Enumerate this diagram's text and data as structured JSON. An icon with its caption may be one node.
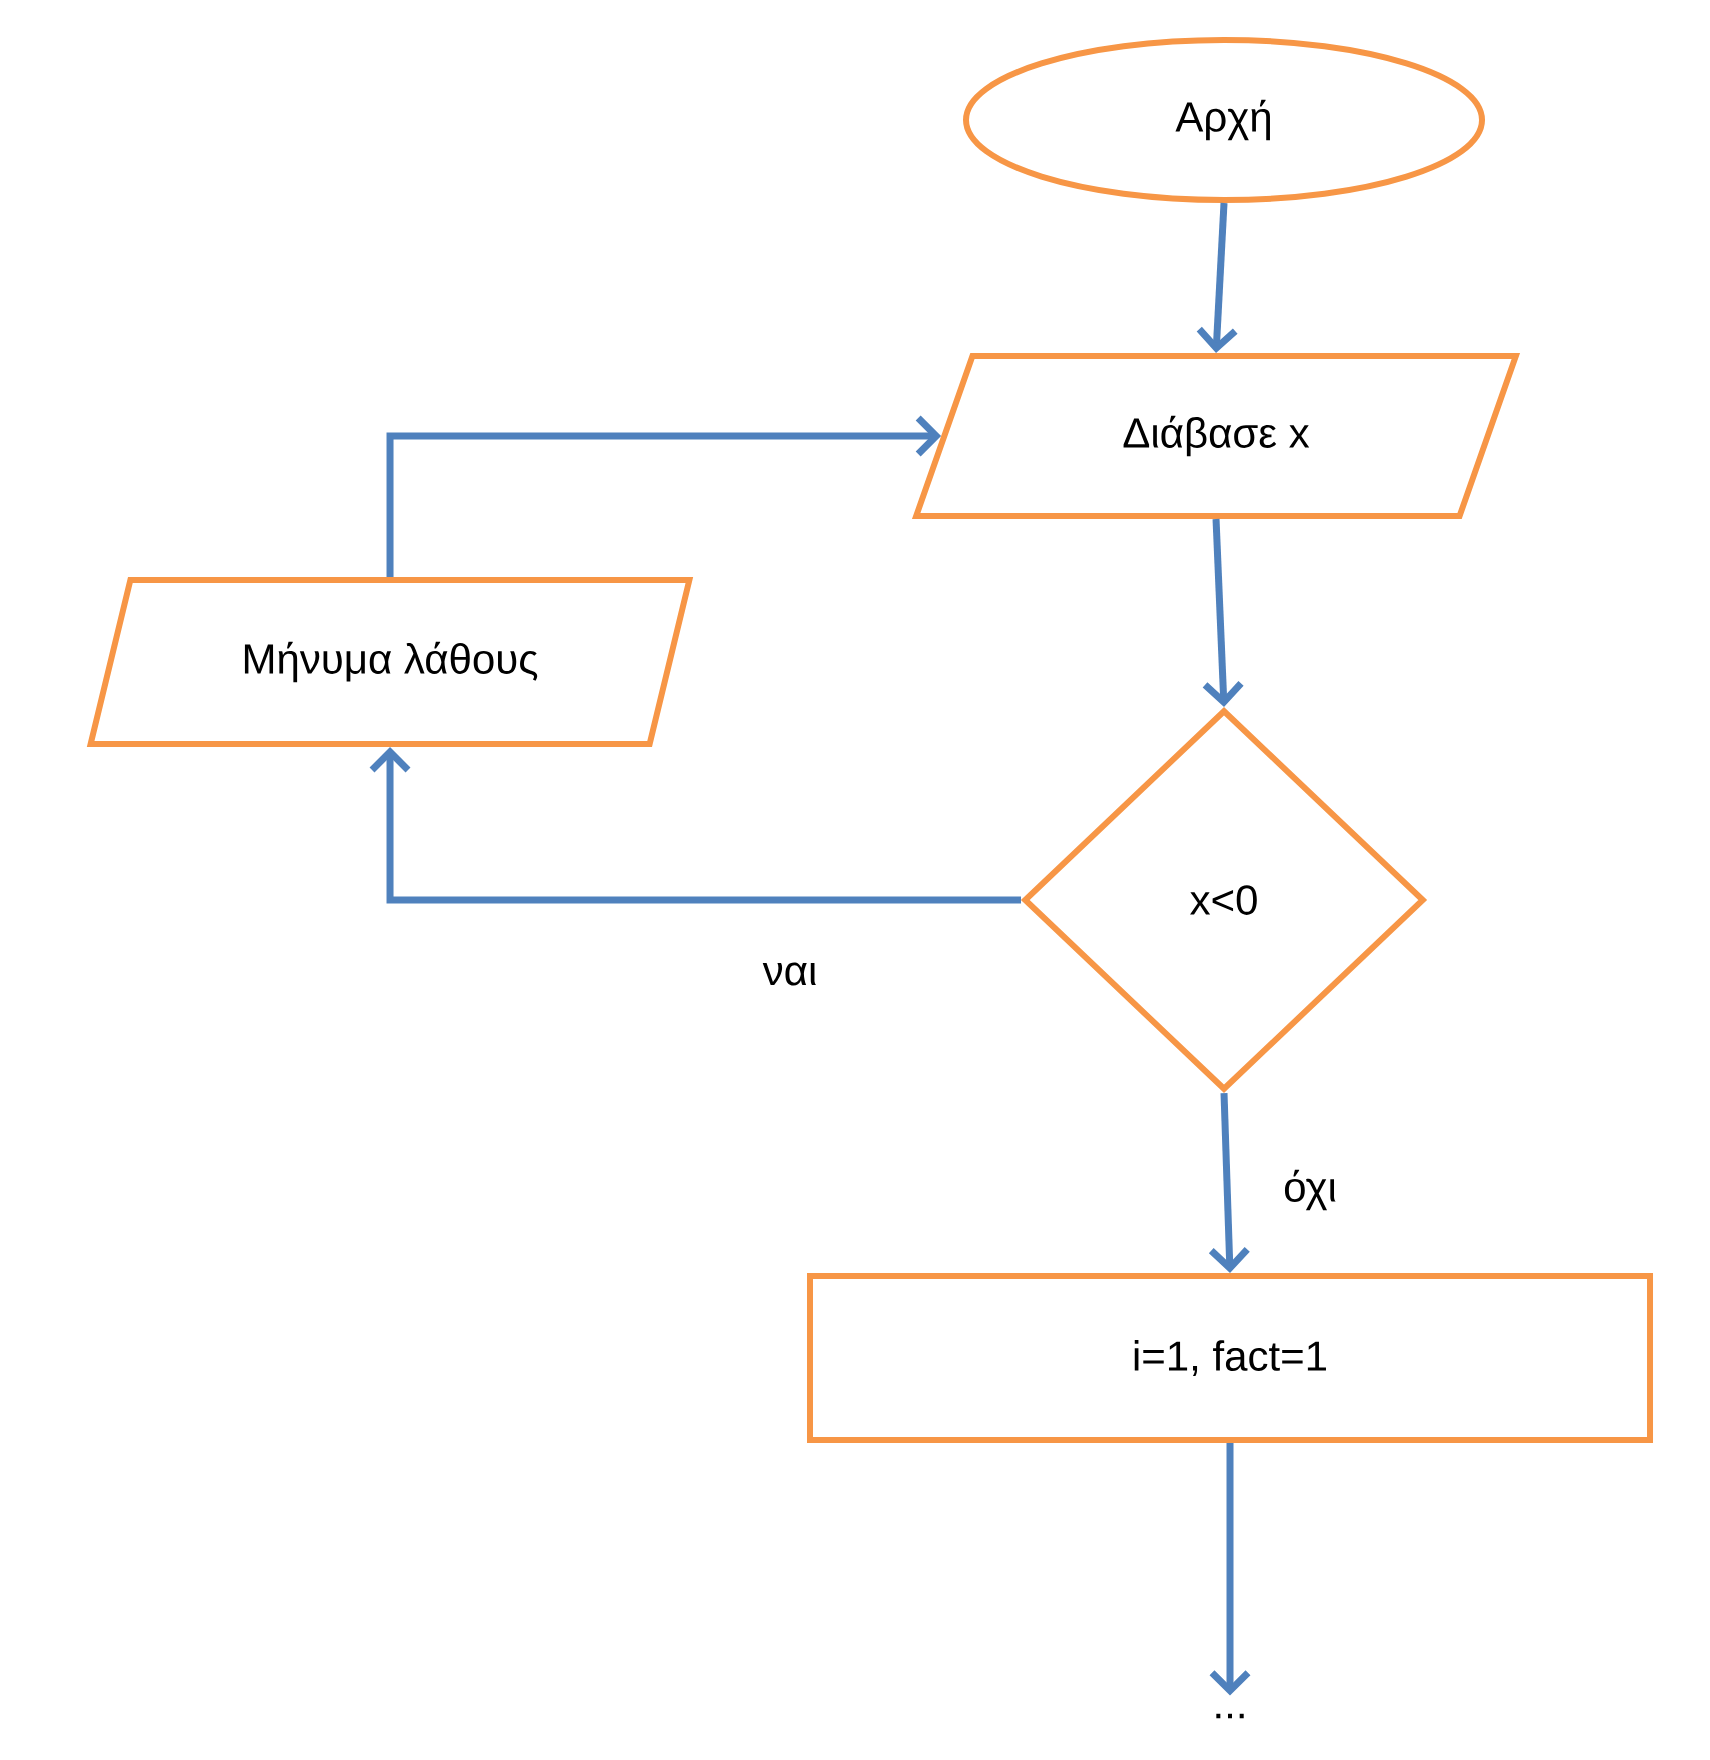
{
  "diagram": {
    "nodes": [
      {
        "text": [
          "Αρχή"
        ]
      },
      {
        "text": [
          "Διάβασε x"
        ]
      },
      {
        "text": [
          "Μήνυμα λάθους"
        ]
      },
      {
        "text": [
          "x<0"
        ]
      },
      {
        "text": [
          "i=1, fact=1"
        ]
      },
      {
        "text": [
          "..."
        ]
      }
    ],
    "edges": [
      {
        "from": 0,
        "to": 1,
        "arrow": "to"
      },
      {
        "from": 1,
        "to": 3,
        "arrow": "to"
      },
      {
        "from": 3,
        "to": 2,
        "arrow": "to",
        "label": "ναι"
      },
      {
        "from": 2,
        "to": 1,
        "arrow": "to"
      },
      {
        "from": 3,
        "to": 4,
        "arrow": "to",
        "label": "όχι"
      },
      {
        "from": 4,
        "to": 5,
        "arrow": "to"
      }
    ]
  }
}
